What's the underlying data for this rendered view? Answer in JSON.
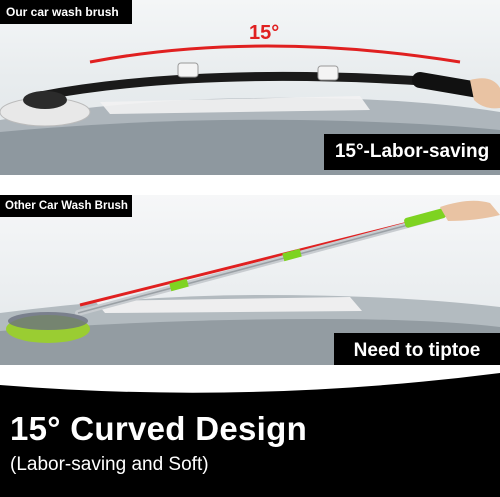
{
  "top_panel": {
    "tag": "Our car wash brush",
    "angle_label": "15°",
    "caption": "15°-Labor-saving"
  },
  "middle_panel": {
    "tag": "Other Car Wash Brush",
    "caption": "Need to tiptoe"
  },
  "footer": {
    "title": "15° Curved Design",
    "subtitle": "(Labor-saving and Soft)"
  },
  "colors": {
    "angle_red": "#e02020",
    "handle_black": "#1a1a1a",
    "pole_green": "#7ed321",
    "caption_bg": "#000000"
  }
}
